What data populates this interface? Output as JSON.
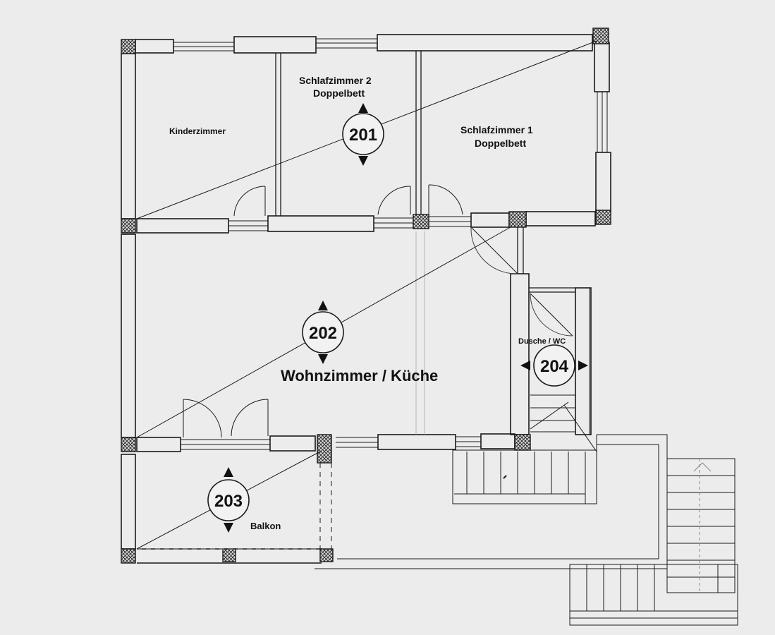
{
  "rooms": {
    "kinderzimmer": "Kinderzimmer",
    "schlafzimmer2_line1": "Schlafzimmer 2",
    "schlafzimmer2_line2": "Doppelbett",
    "schlafzimmer1_line1": "Schlafzimmer 1",
    "schlafzimmer1_line2": "Doppelbett",
    "wohnzimmer": "Wohnzimmer / Küche",
    "dusche": "Dusche / WC",
    "balkon": "Balkon"
  },
  "markers": {
    "m201": "201",
    "m202": "202",
    "m203": "203",
    "m204": "204"
  },
  "colors": {
    "background": "#ececec",
    "line": "#1a1a1a",
    "faint": "#9a9a9a"
  }
}
